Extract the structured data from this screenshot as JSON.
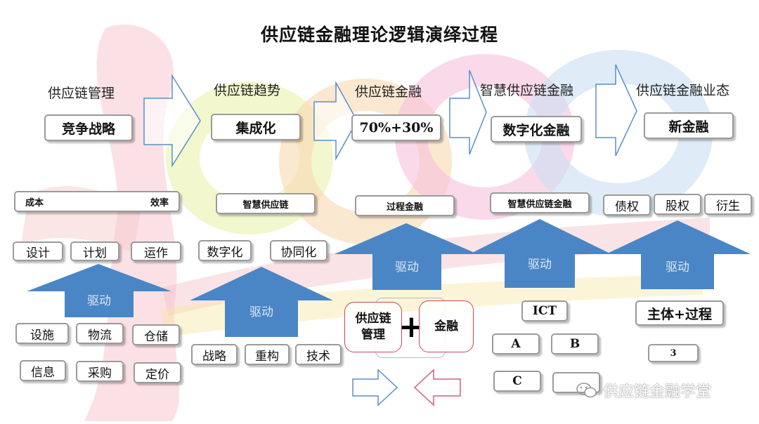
{
  "title": "供应链金融理论逻辑演绎过程",
  "stages": [
    {
      "heading": "供应链管理",
      "keyword": "竞争战略"
    },
    {
      "heading": "供应链趋势",
      "keyword": "集成化"
    },
    {
      "heading": "供应链金融",
      "keyword": "70%+30%"
    },
    {
      "heading": "智慧供应链金融",
      "keyword": "数字化金融"
    },
    {
      "heading": "供应链金融业态",
      "keyword": "新金融"
    }
  ],
  "level2": {
    "col1_left": "成本",
    "col1_right": "效率",
    "col2": "智慧供应链",
    "col3": "过程金融",
    "col4": "智慧供应链金融",
    "col5": [
      "债权",
      "股权",
      "衍生"
    ]
  },
  "drive_label": "驱动",
  "col1": {
    "top": [
      "设计",
      "计划",
      "运作"
    ],
    "bottom": [
      "设施",
      "物流",
      "仓储",
      "信息",
      "采购",
      "定价"
    ]
  },
  "col2": {
    "top": [
      "数字化",
      "协同化"
    ],
    "bottom": [
      "战略",
      "重构",
      "技术"
    ]
  },
  "col3": {
    "left": "供应链\n管理",
    "plus": "+",
    "right": "金融"
  },
  "col4": {
    "top": "ICT",
    "grid": [
      "A",
      "B",
      "C",
      ""
    ]
  },
  "col5": {
    "main": "主体+过程",
    "sub": "3"
  },
  "watermark": "供应链金融学堂",
  "colors": {
    "blue_arrow": "#4a86c5",
    "outline_arrow_blue": "#5b8fc9",
    "outline_arrow_red": "#d06070"
  }
}
